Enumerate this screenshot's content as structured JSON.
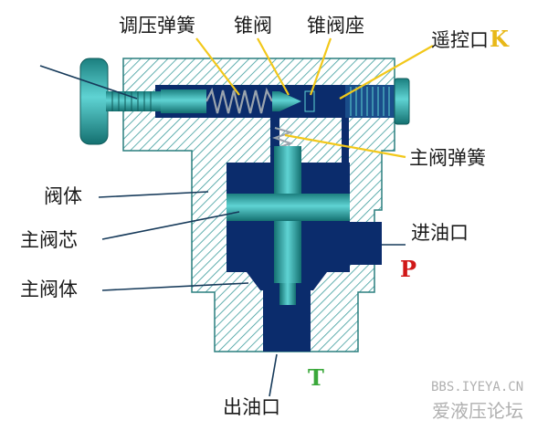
{
  "labels": {
    "pressure_spring": "调压弹簧",
    "cone_valve": "锥阀",
    "cone_seat": "锥阀座",
    "remote_port": "遥控口",
    "remote_port_letter": "K",
    "main_spring": "主阀弹簧",
    "valve_body": "阀体",
    "main_spool": "主阀芯",
    "main_valve_body": "主阀体",
    "inlet": "进油口",
    "inlet_letter": "P",
    "outlet": "出油口",
    "outlet_letter": "T"
  },
  "watermark": {
    "url": "BBS.IYEYA.CN",
    "site": "爱液压论坛"
  },
  "colors": {
    "hatch_line": "#3c9c9c",
    "cavity": "#0b2c6c",
    "teal": "#2aa9a9",
    "leader_yellow": "#f2c81a",
    "leader_dark": "#163a5a",
    "port_P": "#d01818",
    "port_T": "#3aa83a",
    "port_K": "#e8b818"
  }
}
